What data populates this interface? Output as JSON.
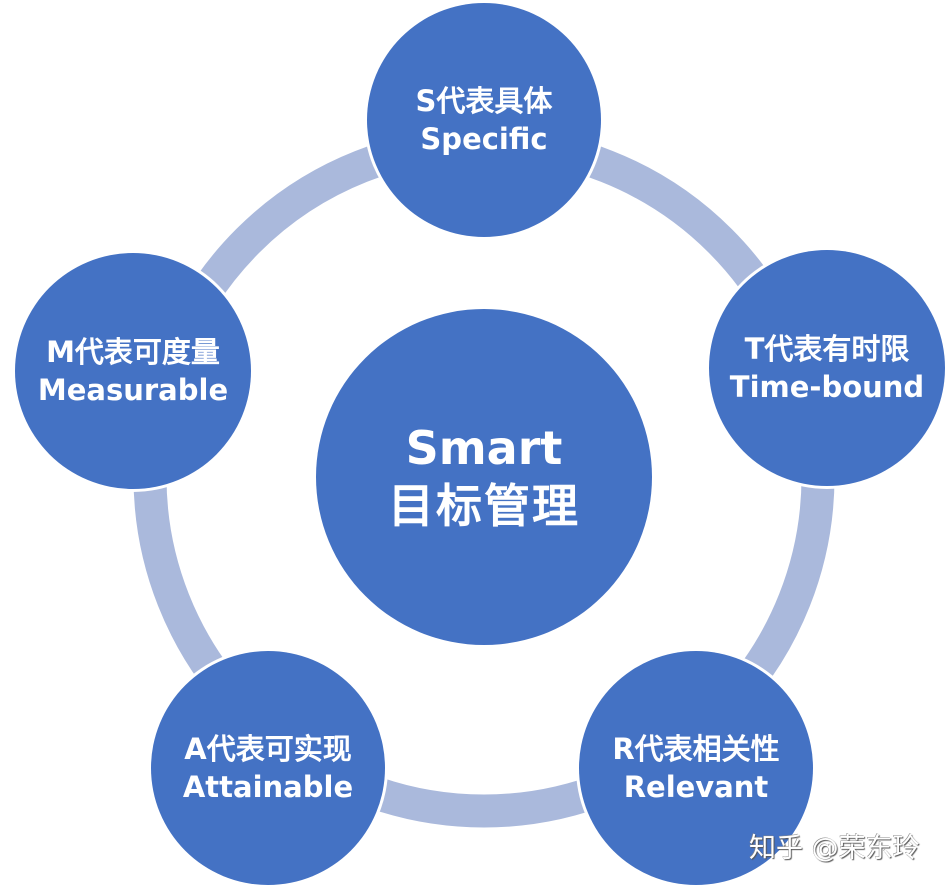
{
  "diagram": {
    "title_line1": "Smart",
    "title_line2": "目标管理",
    "colors": {
      "node": "#4472C4",
      "ring": "#AAB9DC",
      "text": "#FFFFFF",
      "outline": "#FFFFFF"
    },
    "nodes": [
      {
        "id": "specific",
        "letter_zh": "S代表具体",
        "en": "Specific"
      },
      {
        "id": "timebound",
        "letter_zh": "T代表有时限",
        "en": "Time-bound"
      },
      {
        "id": "relevant",
        "letter_zh": "R代表相关性",
        "en": "Relevant"
      },
      {
        "id": "attainable",
        "letter_zh": "A代表可实现",
        "en": "Attainable"
      },
      {
        "id": "measurable",
        "letter_zh": "M代表可度量",
        "en": "Measurable"
      }
    ]
  },
  "watermark": "知乎 @荣东玲"
}
